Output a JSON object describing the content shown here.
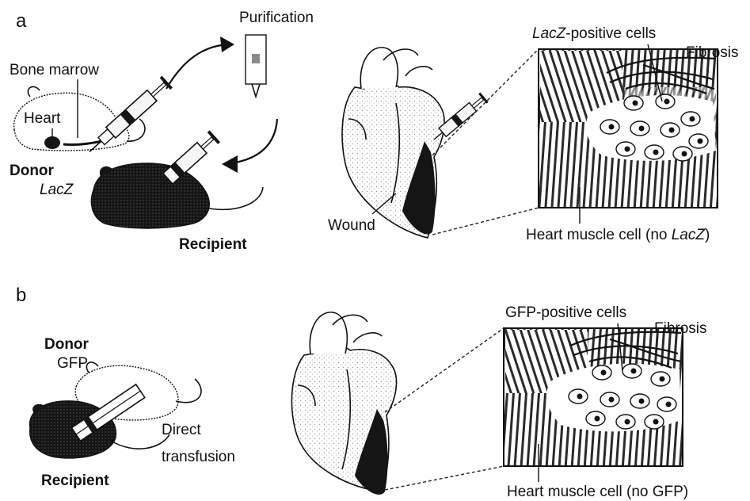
{
  "panel_a": {
    "letter": "a",
    "purification": "Purification",
    "bone_marrow": "Bone marrow",
    "heart": "Heart",
    "donor": "Donor",
    "donor_marker": "LacZ",
    "recipient": "Recipient",
    "wound": "Wound",
    "positive_cells_marker": "LacZ",
    "positive_cells_suffix": "-positive cells",
    "fibrosis": "Fibrosis",
    "muscle_cell_prefix": "Heart muscle cell (no ",
    "muscle_cell_marker": "LacZ",
    "muscle_cell_suffix": ")"
  },
  "panel_b": {
    "letter": "b",
    "donor": "Donor",
    "donor_marker": "GFP",
    "direct_line1": "Direct",
    "direct_line2": "transfusion",
    "recipient": "Recipient",
    "positive_cells": "GFP-positive cells",
    "fibrosis": "Fibrosis",
    "muscle_cell": "Heart muscle cell (no GFP)"
  },
  "colors": {
    "ink": "#111111",
    "stipple": "#9a9a9a",
    "background": "#ffffff"
  }
}
